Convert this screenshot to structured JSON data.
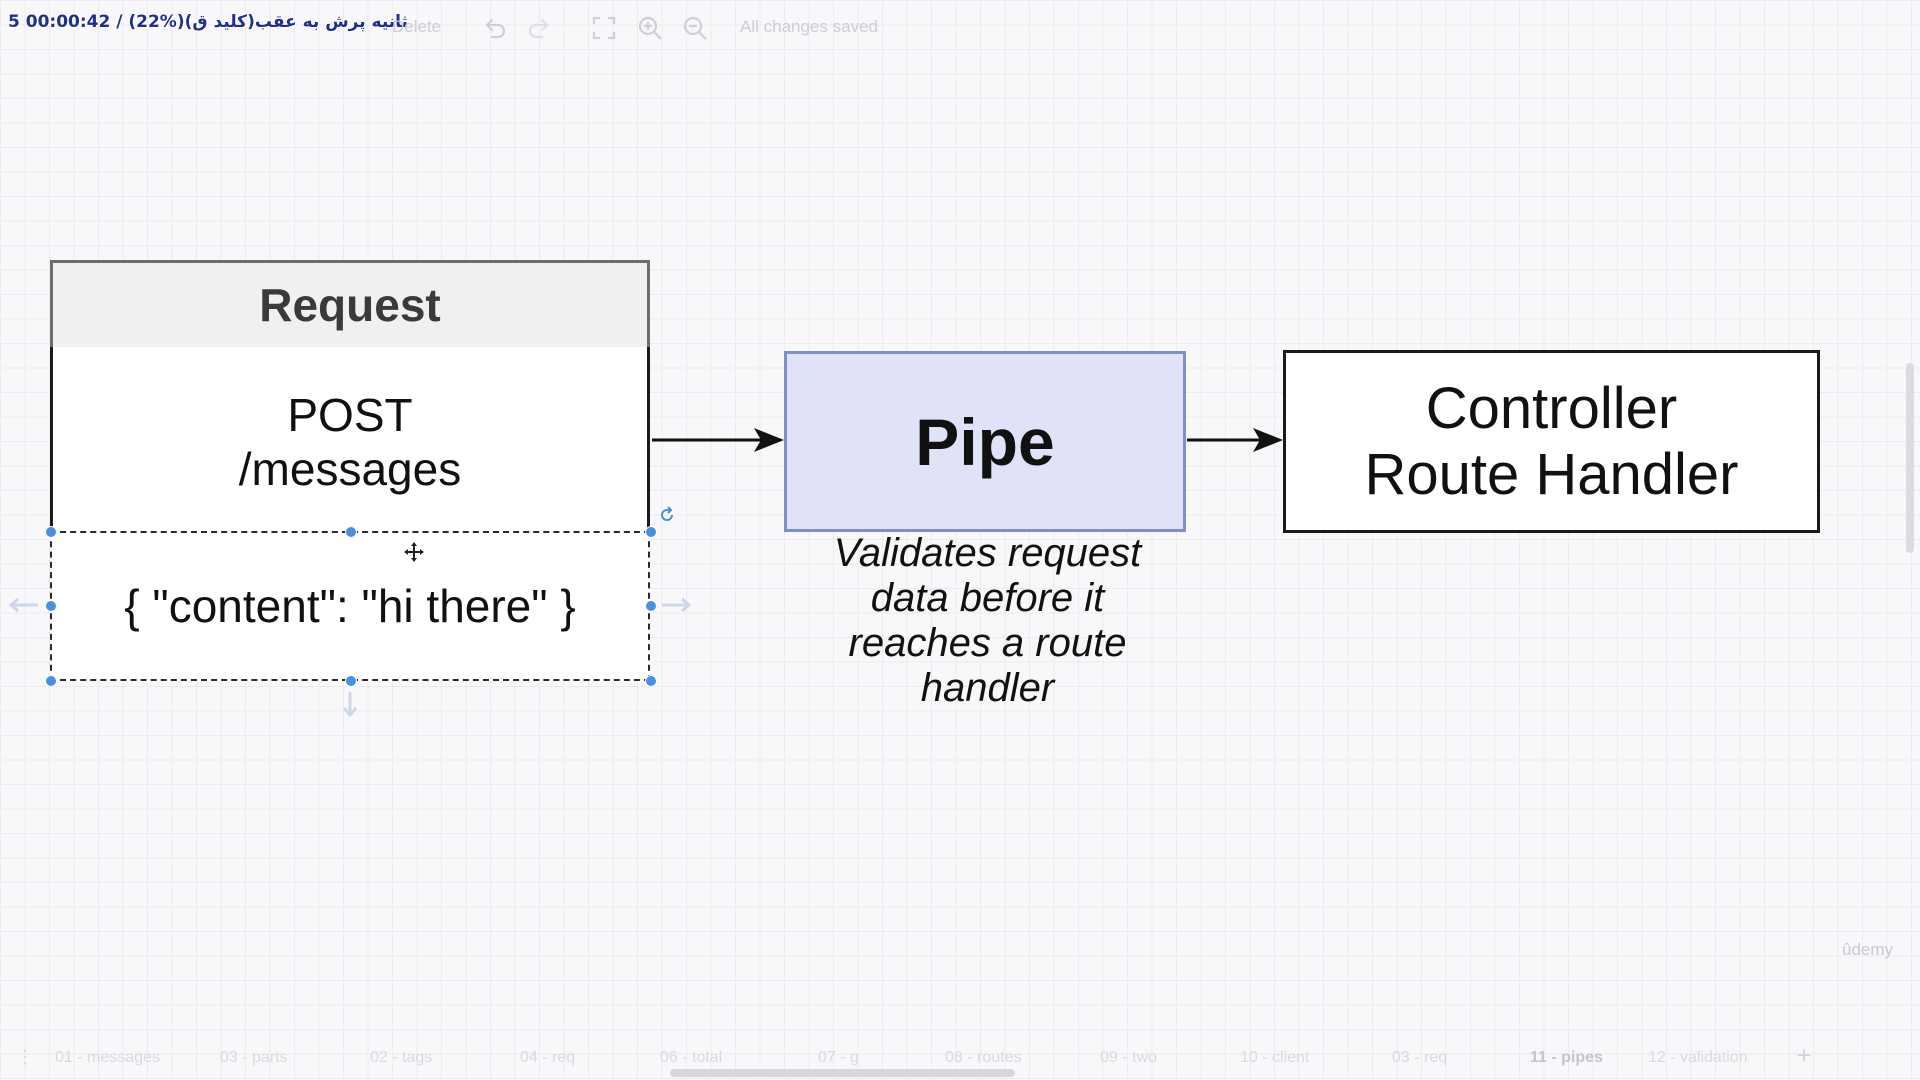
{
  "toolbar": {
    "overlay_status": "5 00:00:42 / (22%)ثانیه پرش به عقب(کلید ق)",
    "delete_label": "Delete",
    "status_text": "All changes saved",
    "icons": [
      "undo-icon",
      "redo-icon",
      "fullscreen-icon",
      "zoom-in-icon",
      "zoom-out-icon"
    ]
  },
  "diagram": {
    "request": {
      "title": "Request",
      "method": "POST",
      "path": "/messages",
      "payload": "{ \"content\": \"hi there\" }"
    },
    "pipe": {
      "title": "Pipe",
      "caption_lines": [
        "Validates request",
        "data before it",
        "reaches a route",
        "handler"
      ]
    },
    "controller": {
      "line1": "Controller",
      "line2": "Route Handler"
    }
  },
  "watermark": "ûdemy",
  "tabs": [
    {
      "label": "01 - messages"
    },
    {
      "label": "03 - parts"
    },
    {
      "label": "02 - tags"
    },
    {
      "label": "04 - req"
    },
    {
      "label": "06 - total"
    },
    {
      "label": "07 - g"
    },
    {
      "label": "08 - routes"
    },
    {
      "label": "09 - two"
    },
    {
      "label": "10 - client"
    },
    {
      "label": "03 - req"
    },
    {
      "label": "11 - pipes",
      "active": true
    },
    {
      "label": "12 - validation"
    }
  ],
  "colors": {
    "pipe_fill": "#e0e3f8",
    "pipe_border": "#7f8fc8",
    "selection_handle": "#4a90e2",
    "overlay_text": "#1f2f8f"
  }
}
